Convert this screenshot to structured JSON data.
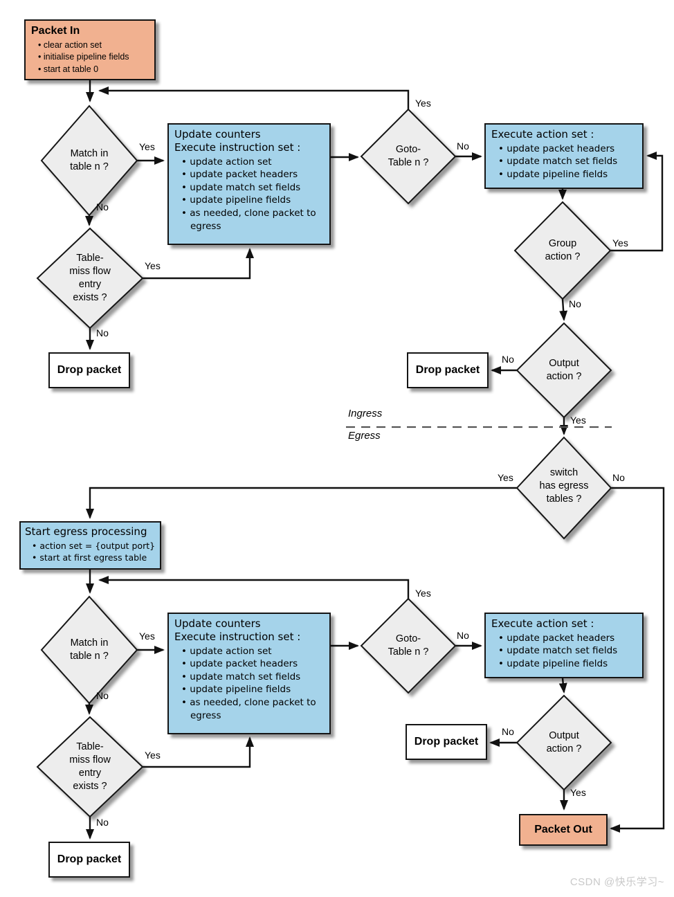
{
  "diagram": {
    "packet_in": {
      "title": "Packet In",
      "bullets": [
        "clear action set",
        "initialise pipeline fields",
        "start at table 0"
      ]
    },
    "match": {
      "line1": "Match in",
      "line2": "table n ?"
    },
    "update_counters": {
      "title1": "Update counters",
      "title2": "Execute instruction set :",
      "bullets": [
        "update action set",
        "update packet headers",
        "update match set fields",
        "update pipeline fields",
        "as needed, clone packet to egress"
      ]
    },
    "goto_table": {
      "line1": "Goto-",
      "line2": "Table n ?"
    },
    "execute_action": {
      "title": "Execute action set :",
      "bullets": [
        "update packet headers",
        "update match set fields",
        "update pipeline fields"
      ]
    },
    "group_action": {
      "line1": "Group",
      "line2": "action ?"
    },
    "output_action": {
      "line1": "Output",
      "line2": "action ?"
    },
    "table_miss": {
      "line1": "Table-",
      "line2": "miss flow",
      "line3": "entry",
      "line4": "exists ?"
    },
    "egress_tables": {
      "line1": "switch",
      "line2": "has egress",
      "line3": "tables ?"
    },
    "start_egress": {
      "title": "Start egress processing",
      "bullets": [
        "action set = {output port}",
        "start at first egress table"
      ]
    },
    "drop_packet": "Drop packet",
    "packet_out": "Packet Out",
    "labels": {
      "yes": "Yes",
      "no": "No",
      "ingress": "Ingress",
      "egress": "Egress"
    },
    "watermark": "CSDN @快乐学习~"
  },
  "colors": {
    "salmon": "#F1B190",
    "blue": "#A5D3EA",
    "diamond": "#EDEDED",
    "line": "#111111"
  }
}
